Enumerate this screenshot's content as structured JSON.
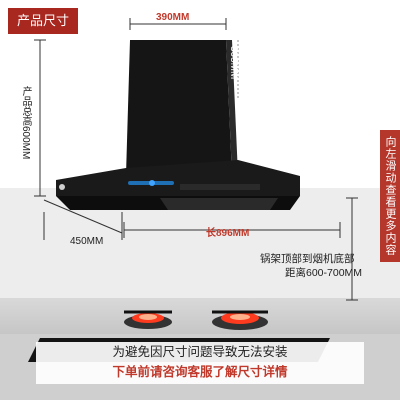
{
  "header": {
    "tag_label": "产品尺寸"
  },
  "dimensions": {
    "top_width": "390MM",
    "chimney_height": "305MM",
    "total_height": "产品总高600MM",
    "depth": "450MM",
    "length": "长896MM"
  },
  "note": {
    "line1": "锅架顶部到烟机底部",
    "line2": "距离600-700MM"
  },
  "side_tab": {
    "label": "向左滑动查看更多内容"
  },
  "footer": {
    "line1": "为避免因尺寸问题导致无法安装",
    "line2": "下单前请咨询客服了解尺寸详情"
  },
  "colors": {
    "accent": "#a8271f",
    "hood": "#111111",
    "flame": "#ff3b1f"
  }
}
